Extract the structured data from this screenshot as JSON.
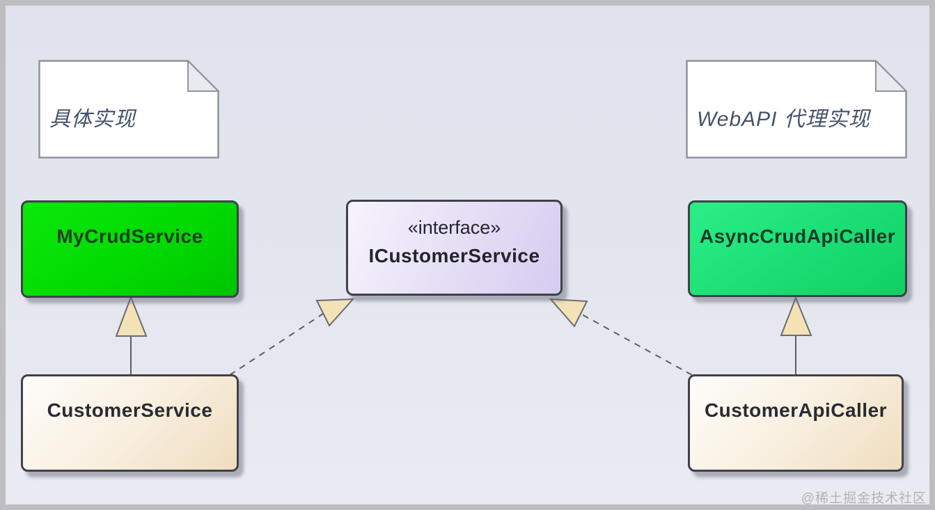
{
  "diagram_type": "uml-class-diagram",
  "notes": [
    {
      "text": "具体实现"
    },
    {
      "text": "WebAPI 代理实现"
    }
  ],
  "classes": [
    {
      "name": "MyCrudService",
      "fill": "green"
    },
    {
      "stereotype": "«interface»",
      "name": "ICustomerService",
      "fill": "lavender"
    },
    {
      "name": "AsyncCrudApiCaller",
      "fill": "spring-green"
    },
    {
      "name": "CustomerService",
      "fill": "cream"
    },
    {
      "name": "CustomerApiCaller",
      "fill": "cream"
    }
  ],
  "relationships": [
    {
      "type": "generalization",
      "from": "CustomerService",
      "to": "MyCrudService",
      "line": "solid"
    },
    {
      "type": "realization",
      "from": "CustomerService",
      "to": "ICustomerService",
      "line": "dashed"
    },
    {
      "type": "realization",
      "from": "CustomerApiCaller",
      "to": "ICustomerService",
      "line": "dashed"
    },
    {
      "type": "generalization",
      "from": "CustomerApiCaller",
      "to": "AsyncCrudApiCaller",
      "line": "solid"
    }
  ],
  "watermark": "@稀土掘金技术社区",
  "colors": {
    "canvas_frame": "#bebec2",
    "panel_background": "#e3e5ee",
    "green_class": "#02da02",
    "spring_green_class": "#1ade74",
    "interface_class": "#d6ccf0",
    "concrete_class": "#efddbf",
    "arrowhead_fill": "#f4e2b6",
    "line": "#5b5c64",
    "note_border": "#90939c",
    "note_text": "#45536b"
  }
}
